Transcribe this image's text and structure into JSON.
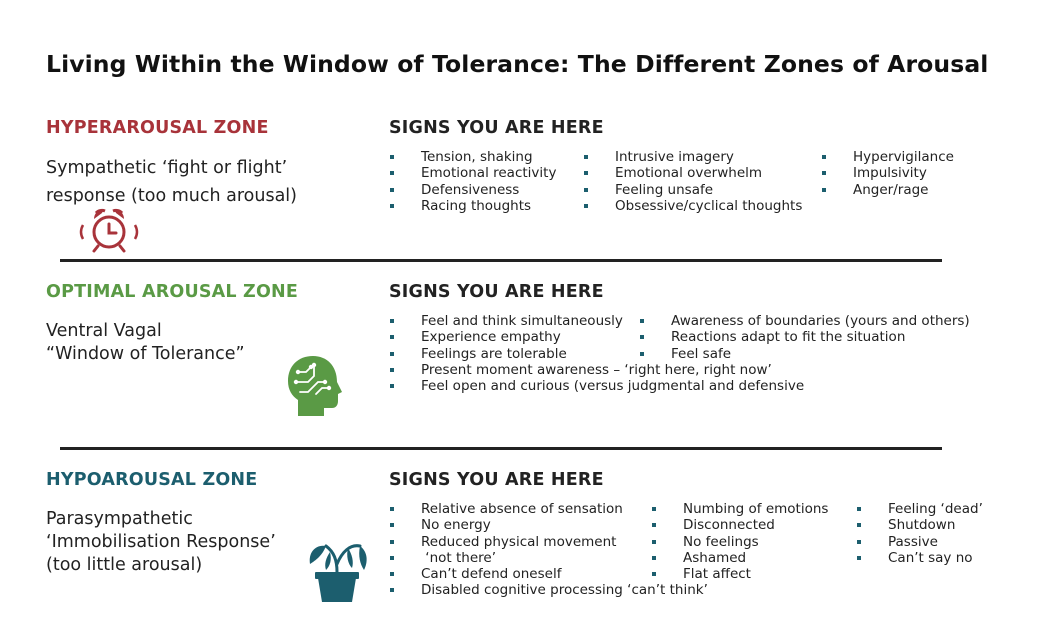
{
  "title": "Living Within the Window of Tolerance: The Different Zones of Arousal",
  "colors": {
    "hyper": "#a8333a",
    "optimal": "#5a9a45",
    "hypo": "#1c5e6e"
  },
  "zones": {
    "hyper": {
      "title": "HYPERAROUSAL ZONE",
      "desc_line1": "Sympathetic ‘fight or flight’",
      "desc_line2": "response (too much arousal)",
      "icon": "alarm-clock-icon",
      "signs_title": "SIGNS YOU ARE HERE",
      "col1": [
        "Tension, shaking",
        "Emotional reactivity",
        "Defensiveness",
        "Racing thoughts"
      ],
      "col2": [
        "Intrusive imagery",
        "Emotional overwhelm",
        "Feeling unsafe",
        "Obsessive/cyclical thoughts"
      ],
      "col3": [
        "Hypervigilance",
        "Impulsivity",
        "Anger/rage"
      ]
    },
    "optimal": {
      "title": "OPTIMAL AROUSAL ZONE",
      "desc_line1": "Ventral Vagal",
      "desc_line2": "“Window of Tolerance”",
      "icon": "brain-head-icon",
      "signs_title": "SIGNS YOU ARE HERE",
      "col1": [
        "Feel and think simultaneously",
        "Experience empathy",
        "Feelings are tolerable",
        "Present moment awareness – ‘right here, right now’",
        "Feel open and curious (versus judgmental and defensive"
      ],
      "col2": [
        "Awareness of boundaries (yours and others)",
        "Reactions adapt to fit the situation",
        "Feel safe"
      ]
    },
    "hypo": {
      "title": "HYPOAROUSAL ZONE",
      "desc_line1": "Parasympathetic",
      "desc_line2": "‘Immobilisation Response’",
      "desc_line3": "(too little arousal)",
      "icon": "wilted-plant-icon",
      "signs_title": "SIGNS YOU ARE HERE",
      "col1": [
        "Relative absence of sensation",
        "No energy",
        "Reduced physical movement",
        " ‘not there’",
        "Can’t defend oneself",
        "Disabled cognitive processing ‘can’t think’"
      ],
      "col2": [
        "Numbing of emotions",
        "Disconnected",
        "No feelings",
        "Ashamed",
        "Flat affect"
      ],
      "col3": [
        "Feeling ‘dead’",
        "Shutdown",
        "Passive",
        "Can’t say no"
      ]
    }
  }
}
